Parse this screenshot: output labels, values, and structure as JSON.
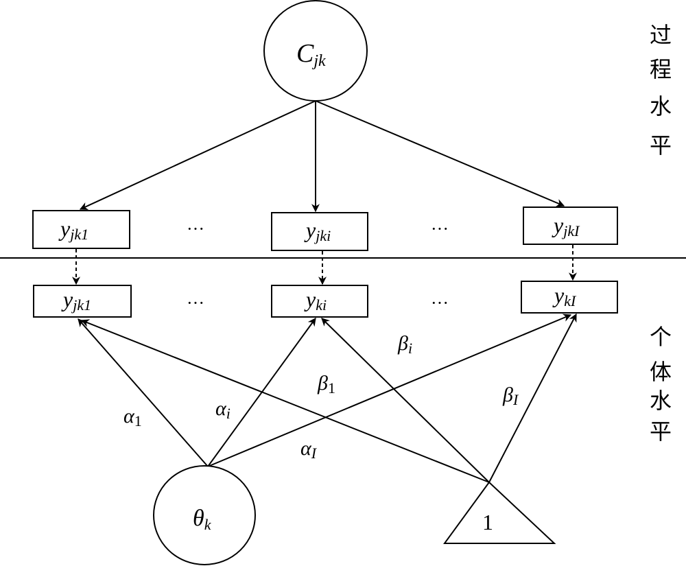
{
  "diagram": {
    "level_labels": {
      "process": [
        "过",
        "程",
        "水",
        "平"
      ],
      "individual": [
        "个",
        "体",
        "水",
        "平"
      ]
    },
    "top_node": {
      "main": "C",
      "sub": "jk"
    },
    "process_nodes": [
      {
        "main": "y",
        "sub": "jk1"
      },
      {
        "main": "y",
        "sub": "jki"
      },
      {
        "main": "y",
        "sub": "jkI"
      }
    ],
    "individual_nodes": [
      {
        "main": "y",
        "sub": "jk1"
      },
      {
        "main": "y",
        "sub": "ki"
      },
      {
        "main": "y",
        "sub": "kI"
      }
    ],
    "ellipsis": "···",
    "theta_node": {
      "main": "θ",
      "sub": "k"
    },
    "constant_node": {
      "label": "1"
    },
    "edge_labels": {
      "alpha_1": {
        "main": "α",
        "sub": "1"
      },
      "alpha_i": {
        "main": "α",
        "sub": "i"
      },
      "alpha_I": {
        "main": "α",
        "sub": "I"
      },
      "beta_1": {
        "main": "β",
        "sub": "1"
      },
      "beta_i": {
        "main": "β",
        "sub": "i"
      },
      "beta_I": {
        "main": "β",
        "sub": "I"
      }
    }
  }
}
